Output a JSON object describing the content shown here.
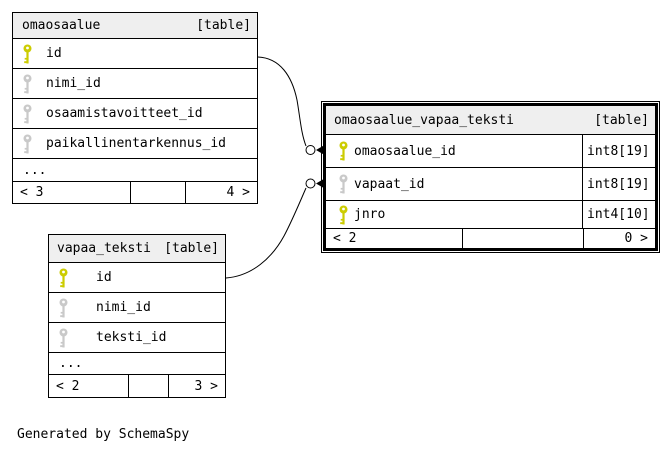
{
  "colors": {
    "primary-key": "#cccc00",
    "foreign-key": "#c9c9c9",
    "header-bg": "#efefef",
    "border": "#000000"
  },
  "tables": [
    {
      "name": "omaosaalue",
      "type_label": "[table]",
      "columns": [
        {
          "name": "id",
          "key": "primary"
        },
        {
          "name": "nimi_id",
          "key": "foreign"
        },
        {
          "name": "osaamistavoitteet_id",
          "key": "foreign"
        },
        {
          "name": "paikallinentarkennus_id",
          "key": "foreign"
        }
      ],
      "ellipsis": "...",
      "pager": {
        "prev": "< 3",
        "next": "4 >"
      }
    },
    {
      "name": "omaosaalue_vapaa_teksti",
      "type_label": "[table]",
      "columns": [
        {
          "name": "omaosaalue_id",
          "type": "int8[19]",
          "key": "primary"
        },
        {
          "name": "vapaat_id",
          "type": "int8[19]",
          "key": "foreign"
        },
        {
          "name": "jnro",
          "type": "int4[10]",
          "key": "primary"
        }
      ],
      "pager": {
        "prev": "< 2",
        "next": "0 >"
      }
    },
    {
      "name": "vapaa_teksti",
      "type_label": "[table]",
      "columns": [
        {
          "name": "id",
          "key": "primary"
        },
        {
          "name": "nimi_id",
          "key": "foreign"
        },
        {
          "name": "teksti_id",
          "key": "foreign"
        }
      ],
      "ellipsis": "...",
      "pager": {
        "prev": "< 2",
        "next": "3 >"
      }
    }
  ],
  "edges": [
    {
      "from_table": "omaosaalue",
      "from_column": "id",
      "to_table": "omaosaalue_vapaa_teksti",
      "to_column": "omaosaalue_id"
    },
    {
      "from_table": "vapaa_teksti",
      "from_column": "id",
      "to_table": "omaosaalue_vapaa_teksti",
      "to_column": "vapaat_id"
    }
  ],
  "footer_note": "Generated by SchemaSpy"
}
